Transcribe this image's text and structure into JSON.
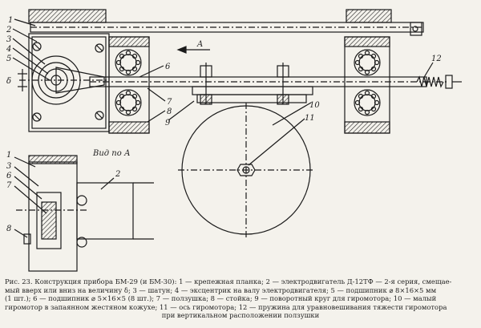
{
  "labels": {
    "n1": "1",
    "n2": "2",
    "n3": "3",
    "n4": "4",
    "n5": "5",
    "n6": "6",
    "n7": "7",
    "n8": "8",
    "n9": "9",
    "n10": "10",
    "n11": "11",
    "n12": "12",
    "delta": "δ",
    "arrow_a": "A",
    "b1": "1",
    "b2": "2",
    "b3": "3",
    "b6": "6",
    "b7": "7",
    "b8": "8"
  },
  "view_title": "Вид по А",
  "caption": {
    "line1": "Рис. 23. Конструкция прибора БМ-29 (и БМ-30): 1 — крепежная планка; 2 — электродвигатель Д-12ТФ — 2-я серия, смещае-",
    "line2": "мый вверх или вниз на величину δ; 3 — шатун; 4 — эксцентрик на валу электродвигателя; 5 — подшипник ⌀ 8×16×5 мм",
    "line3": "(1 шт.); 6 — подшипник ⌀ 5×16×5 (8 шт.); 7 — ползушка; 8 — стойка; 9 — поворотный круг для гиромотора; 10 — малый",
    "line4": "гиромотор в запаянном жестяном кожухе; 11 — ось гиромотора; 12 — пружина для уравновешивания тяжести гиромотора",
    "line5": "при вертикальном расположении ползушки"
  }
}
